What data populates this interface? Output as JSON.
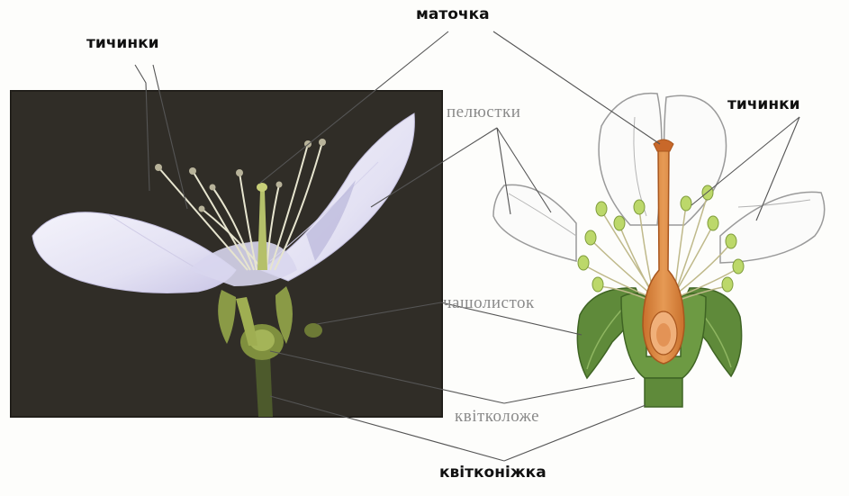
{
  "labels": {
    "stamens_left": "тичинки",
    "pistil": "маточка",
    "stamens_right": "тичинки",
    "petals": "пелюстки",
    "sepal": "чашолисток",
    "receptacle": "квітколоже",
    "pedicel": "квітконіжка"
  },
  "colors": {
    "photo_background": "#2c2a24",
    "petal_fill": "#e9e8f5",
    "sepal_green": "#5f8a3a",
    "pistil_orange": "#d88a45",
    "anther_green": "#bcd86a",
    "label_grey": "#8a8a8a"
  }
}
